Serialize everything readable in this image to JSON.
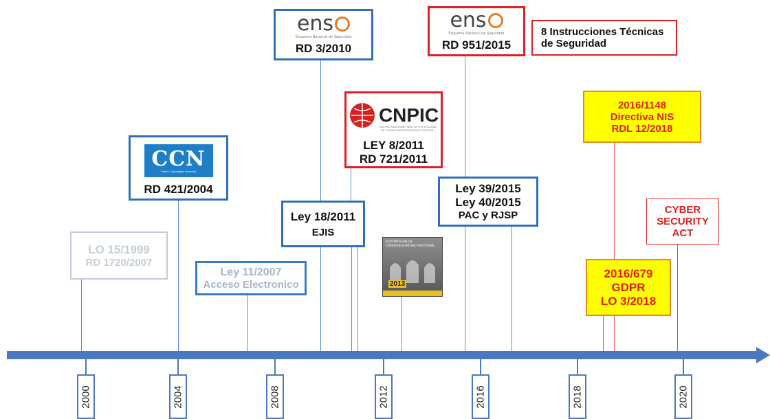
{
  "timeline": {
    "years": [
      "2000",
      "2004",
      "2008",
      "2012",
      "2016",
      "2018",
      "2020"
    ]
  },
  "items": {
    "lo1999": {
      "line1": "LO 15/1999",
      "line2": "RD 1720/2007"
    },
    "ccn": {
      "logo_text": "CCN",
      "logo_sub": "Centro Criptológico Nacional",
      "label": "RD 421/2004"
    },
    "ley11_2007": {
      "line1": "Ley 11/2007",
      "line2": "Acceso Electronico"
    },
    "ens2010": {
      "logo_text": "ens",
      "logo_sub": "Esquema Nacional de Seguridad",
      "label": "RD 3/2010"
    },
    "ley18_2011": {
      "line1": "Ley 18/2011",
      "line2": "EJIS"
    },
    "cnpic": {
      "logo_text": "CNPIC",
      "logo_sub": "CENTRO NACIONAL PARA LA PROTECCIÓN DE LAS INFRAESTRUCTURAS CRÍTICAS",
      "line1": "LEY 8/2011",
      "line2": "RD 721/2011"
    },
    "book2013": {
      "cover_year": "2013",
      "cover_title": "ESTRATEGIA DE CIBERSEGURIDAD NACIONAL"
    },
    "ens2015": {
      "logo_text": "ens",
      "logo_sub": "Esquema Nacional de Seguridad",
      "label": "RD 951/2015"
    },
    "instrucciones": {
      "line1": "8 Instrucciones Técnicas",
      "line2": "de Seguridad"
    },
    "ley39_2015": {
      "line1": "Ley 39/2015",
      "line2": "Ley 40/2015",
      "line3": "PAC y RJSP"
    },
    "nis": {
      "line1": "2016/1148",
      "line2": "Directiva NIS",
      "line3": "RDL 12/2018"
    },
    "gdpr": {
      "line1": "2016/679",
      "line2": "GDPR",
      "line3": "LO 3/2018"
    },
    "csa": {
      "line1": "CYBER",
      "line2": "SECURITY",
      "line3": "ACT"
    }
  },
  "colors": {
    "axis": "#4a79c0",
    "red": "#e02020",
    "yellow": "#ffff00",
    "faint_text": "#c5ced8"
  }
}
